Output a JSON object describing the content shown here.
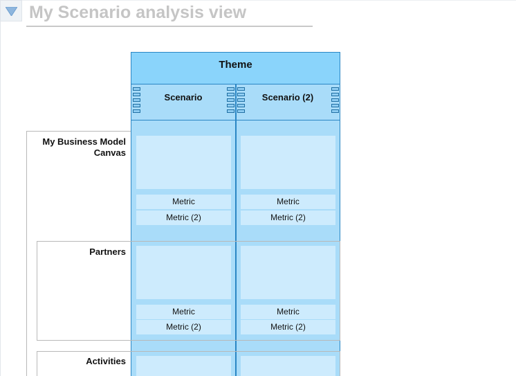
{
  "view": {
    "title": "My Scenario analysis view",
    "collapse_icon": "triangle-down-icon"
  },
  "matrix": {
    "theme": "Theme",
    "scenarios": [
      "Scenario",
      "Scenario (2)"
    ],
    "rows": [
      {
        "label": "My Business Model Canvas",
        "metrics": [
          "Metric",
          "Metric (2)"
        ]
      },
      {
        "label": "Partners",
        "metrics": [
          "Metric",
          "Metric (2)"
        ]
      },
      {
        "label": "Activities",
        "metrics": []
      }
    ]
  },
  "colors": {
    "theme_header": "#8ad4fb",
    "column_fill": "#a9dcf9",
    "cell_fill": "#cdebfd",
    "border": "#2a86c4",
    "title": "#c5c5c5"
  }
}
